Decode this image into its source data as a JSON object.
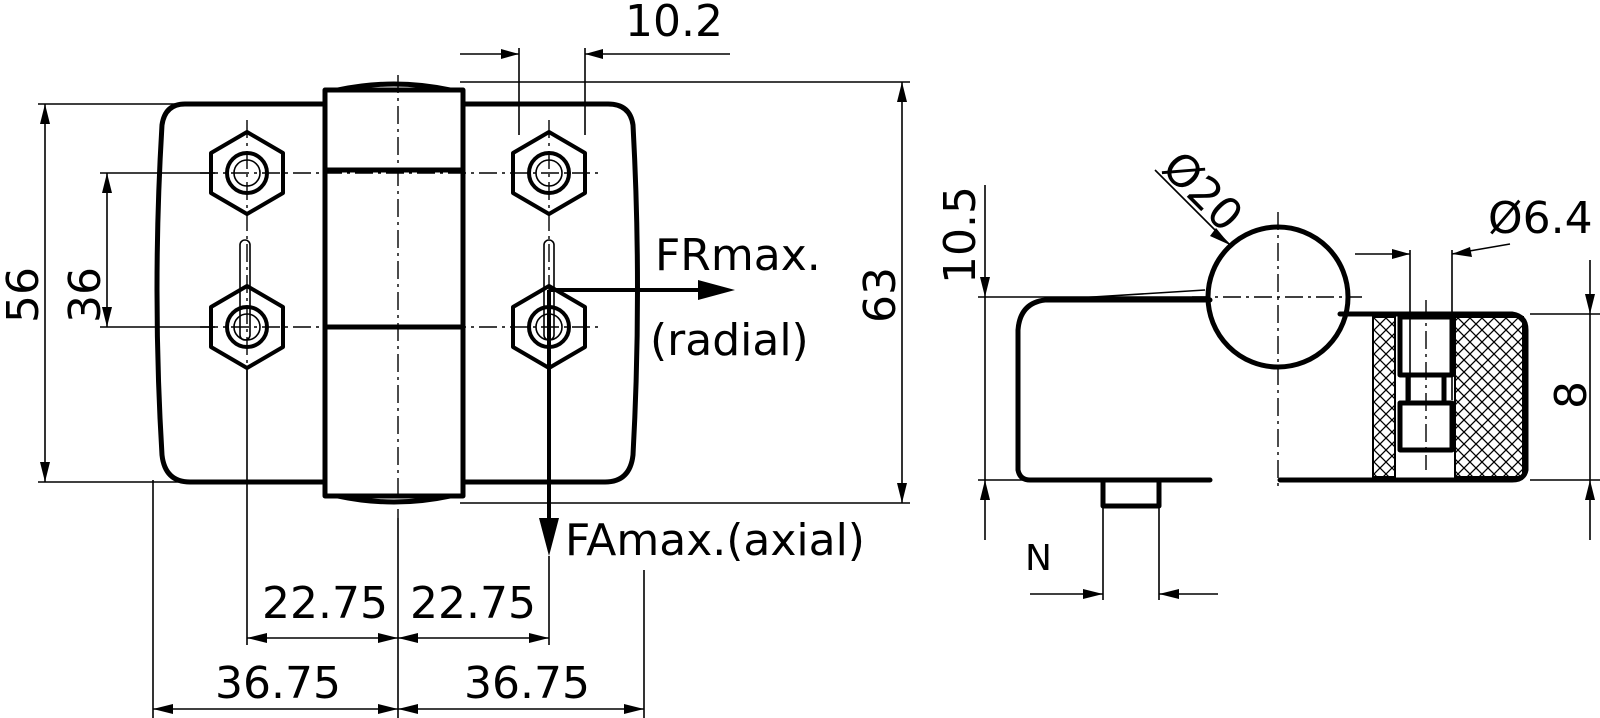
{
  "front_view": {
    "dimensions": {
      "top_pitch": "10.2",
      "height_outer": "56",
      "height_holes": "36",
      "height_total": "63",
      "half_hole_left": "22.75",
      "half_hole_right": "22.75",
      "half_width_left": "36.75",
      "half_width_right": "36.75"
    },
    "forces": {
      "radial_label": "FRmax.",
      "radial_sub": "(radial)",
      "axial_label": "FAmax.(axial)"
    }
  },
  "side_view": {
    "dimensions": {
      "offset": "10.5",
      "pin_diameter": "Ø20",
      "hole_diameter": "Ø6.4",
      "thickness": "8",
      "nut_label": "N"
    }
  },
  "colors": {
    "line": "#000000",
    "background": "#ffffff"
  }
}
